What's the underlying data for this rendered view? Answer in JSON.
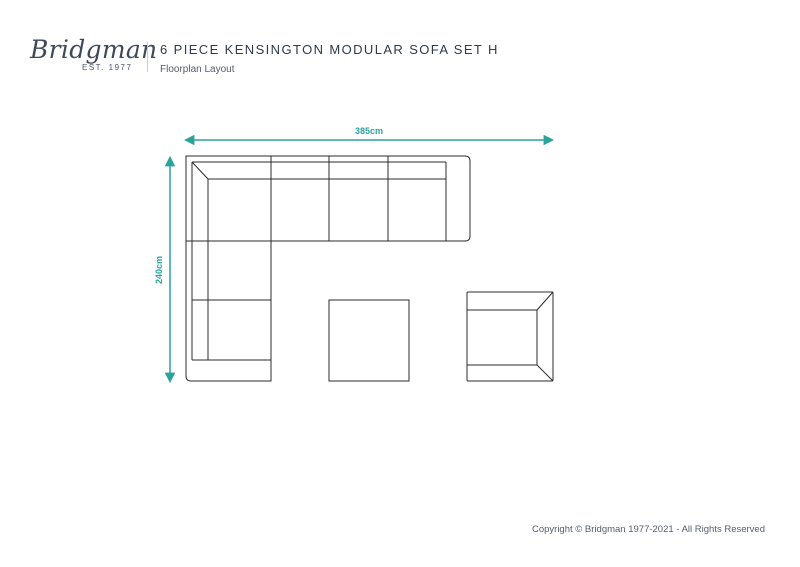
{
  "brand": {
    "name": "Bridgman",
    "established": "EST. 1977"
  },
  "header": {
    "title": "6 PIECE KENSINGTON MODULAR SOFA SET H",
    "subtitle": "Floorplan Layout"
  },
  "dimensions": {
    "width": "385cm",
    "depth": "240cm"
  },
  "colors": {
    "dimension": "#2aa39b",
    "line": "#2b2b2b",
    "text": "#2f3a4a"
  },
  "footer": {
    "copyright": "Copyright © Bridgman 1977-2021 - All Rights Reserved"
  }
}
